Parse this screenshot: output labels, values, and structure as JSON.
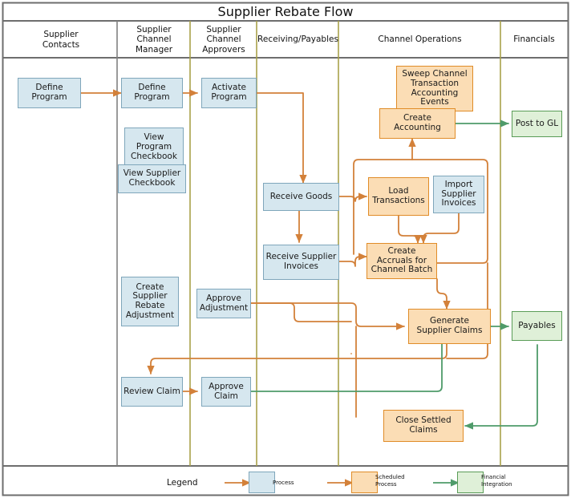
{
  "title": "Supplier Rebate Flow",
  "colors": {
    "process_fill": "#d6e7ef",
    "process_stroke": "#7fa6bb",
    "scheduled_fill": "#fbddb5",
    "scheduled_stroke": "#e08c28",
    "financial_fill": "#dff0d8",
    "financial_stroke": "#5a9c57",
    "arrow_orange": "#d3813a",
    "arrow_green": "#4f9b6a",
    "lane_divider": "#a8a24a",
    "outer_border": "#6e6e6e"
  },
  "lanes": [
    {
      "id": "supplier-contacts",
      "label": "Supplier\nContacts"
    },
    {
      "id": "supplier-channel-manager",
      "label": "Supplier\nChannel\nManager"
    },
    {
      "id": "supplier-channel-approvers",
      "label": "Supplier\nChannel\nApprovers"
    },
    {
      "id": "receiving-payables",
      "label": "Receiving/Payables"
    },
    {
      "id": "channel-operations",
      "label": "Channel Operations"
    },
    {
      "id": "financials",
      "label": "Financials"
    }
  ],
  "nodes": [
    {
      "id": "define-program-contacts",
      "label": "Define\nProgram",
      "type": "process"
    },
    {
      "id": "define-program-manager",
      "label": "Define\nProgram",
      "type": "process"
    },
    {
      "id": "activate-program",
      "label": "Activate\nProgram",
      "type": "process"
    },
    {
      "id": "view-program-checkbook",
      "label": "View\nProgram\nCheckbook",
      "type": "process"
    },
    {
      "id": "view-supplier-checkbook",
      "label": "View Supplier\nCheckbook",
      "type": "process"
    },
    {
      "id": "receive-goods",
      "label": "Receive Goods",
      "type": "process"
    },
    {
      "id": "receive-supplier-invoices",
      "label": "Receive Supplier\nInvoices",
      "type": "process"
    },
    {
      "id": "create-supplier-rebate-adjustment",
      "label": "Create\nSupplier\nRebate\nAdjustment",
      "type": "process"
    },
    {
      "id": "approve-adjustment",
      "label": "Approve\nAdjustment",
      "type": "process"
    },
    {
      "id": "review-claim",
      "label": "Review Claim",
      "type": "process"
    },
    {
      "id": "approve-claim",
      "label": "Approve\nClaim",
      "type": "process"
    },
    {
      "id": "import-supplier-invoices",
      "label": "Import\nSupplier\nInvoices",
      "type": "process"
    },
    {
      "id": "sweep-channel-transaction-accounting-events",
      "label": "Sweep Channel\nTransaction\nAccounting\nEvents",
      "type": "scheduled"
    },
    {
      "id": "create-accounting",
      "label": "Create\nAccounting",
      "type": "scheduled"
    },
    {
      "id": "load-transactions",
      "label": "Load\nTransactions",
      "type": "scheduled"
    },
    {
      "id": "create-accruals-for-channel-batch",
      "label": "Create\nAccruals for\nChannel Batch",
      "type": "scheduled"
    },
    {
      "id": "generate-supplier-claims",
      "label": "Generate\nSupplier Claims",
      "type": "scheduled"
    },
    {
      "id": "close-settled-claims",
      "label": "Close Settled\nClaims",
      "type": "scheduled"
    },
    {
      "id": "post-to-gl",
      "label": "Post to GL",
      "type": "financial"
    },
    {
      "id": "payables",
      "label": "Payables",
      "type": "financial"
    }
  ],
  "legend": {
    "label": "Legend",
    "items": [
      {
        "id": "process",
        "label": "Process",
        "type": "process",
        "arrow": "orange"
      },
      {
        "id": "scheduled",
        "label": "Scheduled\nProcess",
        "type": "scheduled",
        "arrow": "orange"
      },
      {
        "id": "financial",
        "label": "Financial\nIntegration",
        "type": "financial",
        "arrow": "green"
      }
    ]
  }
}
